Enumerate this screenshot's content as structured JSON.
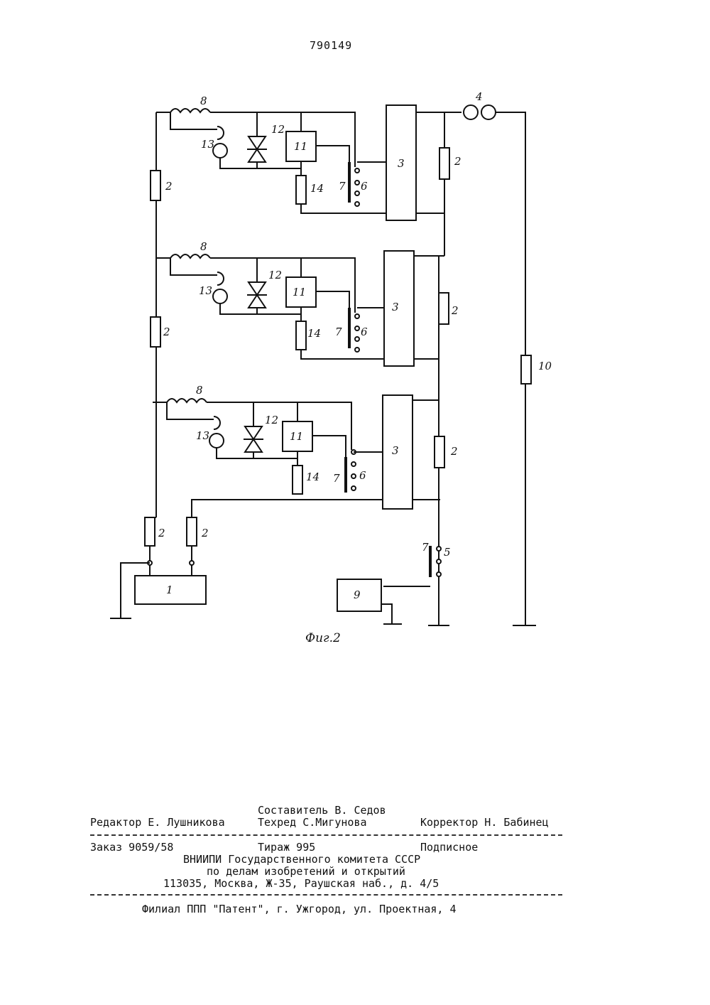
{
  "patent_number": "790149",
  "figure": {
    "caption": "Фиг.2",
    "labels": {
      "1": "1",
      "2": "2",
      "3": "3",
      "4": "4",
      "5": "5",
      "6": "6",
      "7": "7",
      "8": "8",
      "9": "9",
      "10": "10",
      "11": "11",
      "12": "12",
      "13": "13",
      "14": "14"
    }
  },
  "footer": {
    "compiler": "Составитель В. Седов",
    "editor": "Редактор Е. Лушникова",
    "tech_editor": "Техред С.Мигунова",
    "corrector": "Корректор Н. Бабинец",
    "order": "Заказ 9059/58",
    "circulation": "Тираж 995",
    "subscription": "Подписное",
    "org_line1": "ВНИИПИ Государственного комитета СССР",
    "org_line2": "по делам изобретений и открытий",
    "address": "113035, Москва, Ж-35, Раушская наб., д. 4/5",
    "branch": "Филиал ППП \"Патент\", г. Ужгород, ул. Проектная, 4"
  }
}
